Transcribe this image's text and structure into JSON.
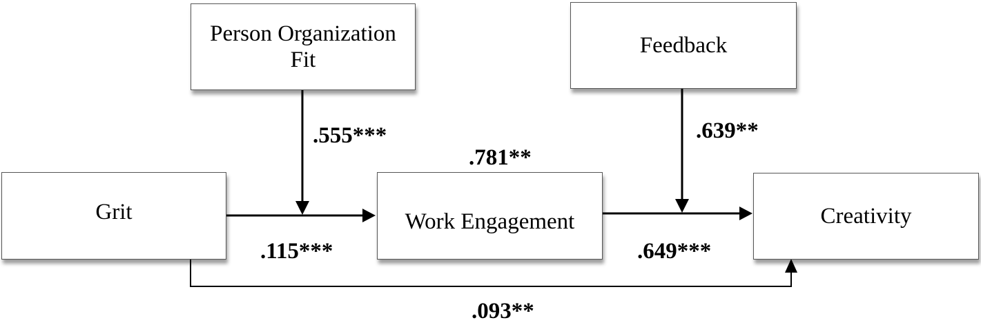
{
  "diagram": {
    "nodes": {
      "person_org_fit": {
        "lines": [
          "Person Organization",
          "Fit"
        ]
      },
      "feedback": {
        "lines": [
          "Feedback"
        ]
      },
      "grit": {
        "lines": [
          "Grit"
        ]
      },
      "work_engagement": {
        "lines": [
          "Work Engagement"
        ]
      },
      "creativity": {
        "lines": [
          "Creativity"
        ]
      }
    },
    "coefficients": {
      "pof_moderation": ".555***",
      "feedback_moderation": ".639**",
      "engagement": ".781**",
      "grit_to_engagement": ".115***",
      "engagement_to_creativity": ".649***",
      "grit_to_creativity": ".093**"
    },
    "colors": {
      "line": "#000000",
      "box_border": "#555555"
    }
  }
}
